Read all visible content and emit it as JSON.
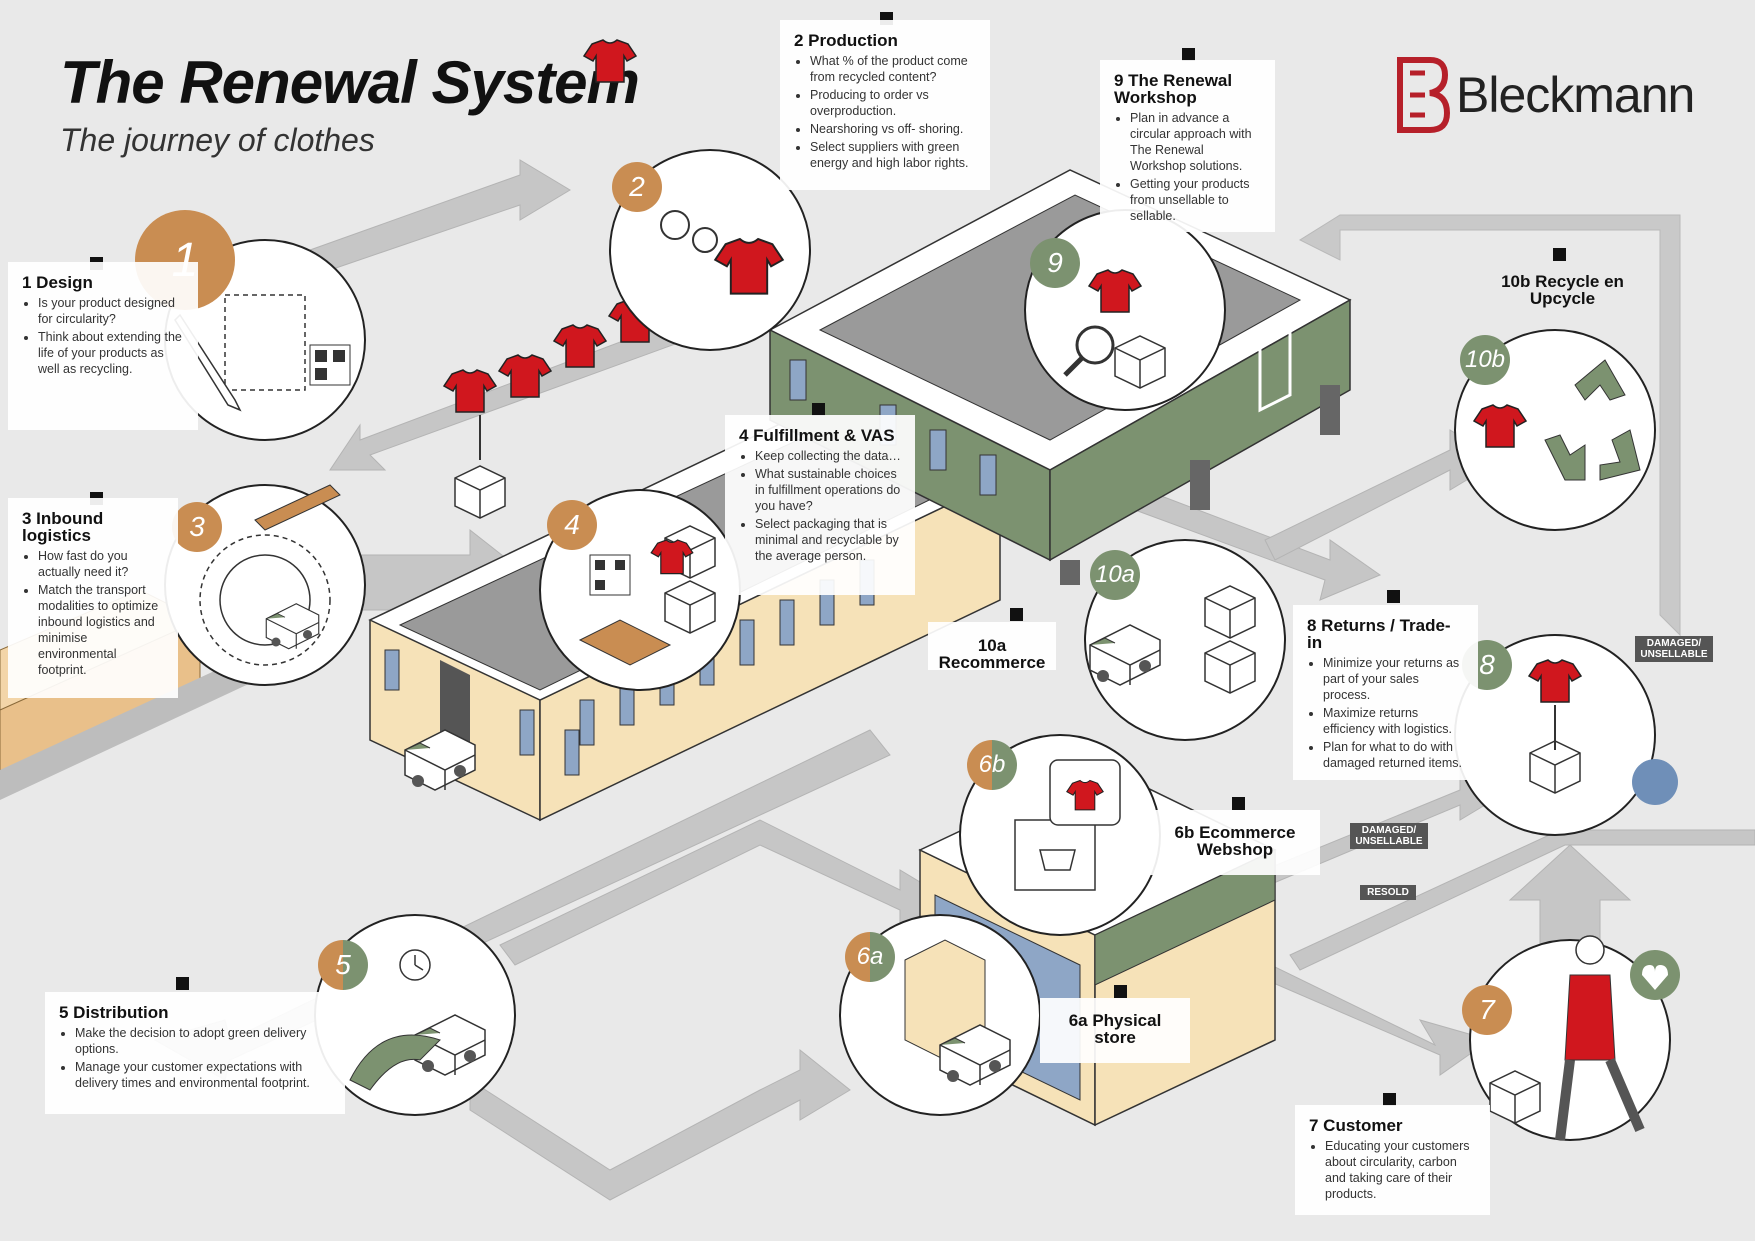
{
  "header": {
    "title": "The Renewal System",
    "subtitle": "The journey of clothes",
    "brand": "Bleckmann"
  },
  "steps": {
    "design": {
      "badge": "1",
      "title": "1 Design",
      "points": [
        "Is your product designed for circularity?",
        "Think about extending the life of your products as well as recycling."
      ]
    },
    "production": {
      "badge": "2",
      "title": "2 Production",
      "points": [
        "What % of the product come from recycled content?",
        "Producing to order vs overproduction.",
        "Nearshoring vs off- shoring.",
        "Select suppliers with green energy and high labor rights."
      ]
    },
    "inbound": {
      "badge": "3",
      "title": "3 Inbound logistics",
      "points": [
        "How fast do you actually need it?",
        "Match the transport modalities to optimize inbound logistics and minimise environmental footprint."
      ]
    },
    "fulfillment": {
      "badge": "4",
      "title": "4 Fulfillment & VAS",
      "points": [
        "Keep collecting the data…",
        "What sustainable choices in fulfillment operations do you have?",
        "Select packaging that is minimal and recyclable by the average person."
      ]
    },
    "distribution": {
      "badge": "5",
      "title": "5 Distribution",
      "points": [
        "Make the decision to adopt green delivery options.",
        "Manage your customer expectations with delivery times and environmental footprint."
      ]
    },
    "physical_store": {
      "badge": "6a",
      "title": "6a Physical store"
    },
    "webshop": {
      "badge": "6b",
      "title": "6b Ecommerce Webshop"
    },
    "customer": {
      "badge": "7",
      "title": "7 Customer",
      "points": [
        "Educating your customers about circularity, carbon and taking care of their products."
      ]
    },
    "returns": {
      "badge": "8",
      "title": "8 Returns / Trade-in",
      "points": [
        "Minimize your returns as part of your sales process.",
        "Maximize returns efficiency with logistics.",
        "Plan for what to do with damaged returned items."
      ]
    },
    "workshop": {
      "badge": "9",
      "title": "9 The Renewal Workshop",
      "points": [
        "Plan in advance a circular approach with The Renewal Workshop solutions.",
        "Getting your products from unsellable to sellable."
      ]
    },
    "recommerce": {
      "badge": "10a",
      "title": "10a Recommerce"
    },
    "recycle": {
      "badge": "10b",
      "title": "10b Recycle en Upcycle"
    }
  },
  "tags": {
    "damaged_top": "DAMAGED/ UNSELLABLE",
    "damaged_mid": "DAMAGED/ UNSELLABLE",
    "resold": "RESOLD"
  },
  "colors": {
    "shirt_red": "#d0171e",
    "accent_orange": "#c98d52",
    "accent_green": "#7c9270",
    "arrow_gray": "#c8c8c8",
    "building_cream": "#f6e2b8"
  }
}
